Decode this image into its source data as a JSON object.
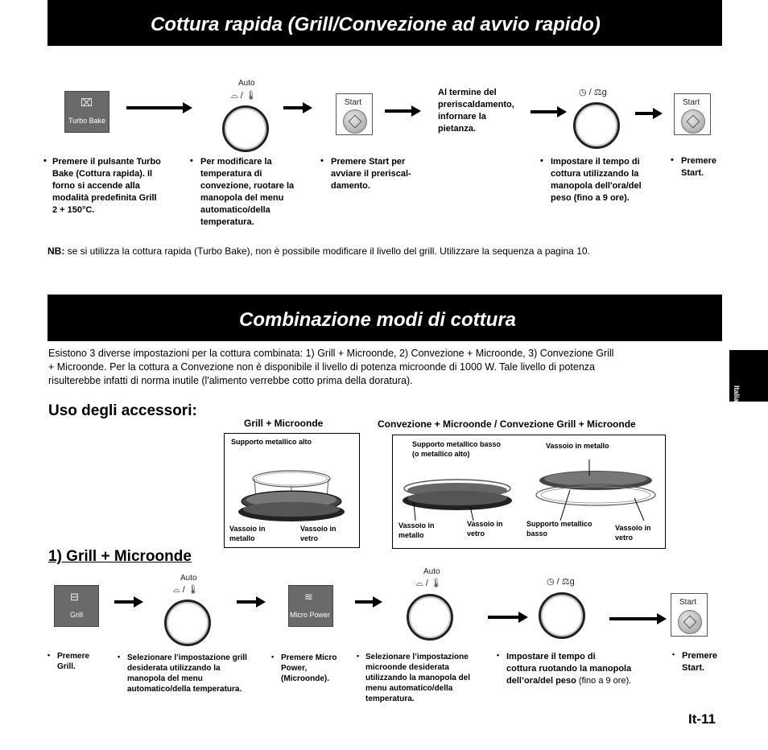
{
  "banner_top": {
    "title": "Cottura rapida (Grill/Convezione ad avvio rapido)"
  },
  "top_section": {
    "turbo_bake_label": "Turbo Bake",
    "auto_label": "Auto",
    "start_label_1": "Start",
    "start_label_2": "Start",
    "preheat_note": "Al termine del\npreriscaldamento,\ninfornare la\npietanza.",
    "steps": [
      "Premere il pulsante Turbo\nBake (Cottura rapida). Il\nforno si accende alla\nmodalità predefinita Grill\n2 + 150°C.",
      "Per modificare la\ntemperatura di\nconvezione, ruotare la\nmanopola del menu\nautomatico/della\ntemperatura.",
      "Premere Start per\navviare il preriscal-\ndamento.",
      "Impostare il tempo di\ncottura utilizzando la\nmanopola dell'ora/del\npeso (fino a 9 ore).",
      "Premere\nStart."
    ],
    "nb_label": "NB:",
    "nb_text": " se si utilizza la cottura rapida (Turbo Bake), non è possibile modificare il livello del grill. Utilizzare la sequenza a pagina 10."
  },
  "banner_mid": {
    "title": "Combinazione modi di cottura"
  },
  "intro_text": "Esistono 3 diverse impostazioni per la cottura combinata: 1) Grill + Microonde, 2) Convezione + Microonde, 3) Convezione Grill\n+ Microonde. Per la cottura a Convezione non è disponibile il livello di potenza microonde di 1000 W. Tale livello di potenza\nrisulterebbe infatti di norma inutile (l'alimento verrebbe cotto prima della doratura).",
  "side_tab": "Italiano",
  "accessories": {
    "heading": "Uso degli accessori:",
    "left_title": "Grill + Microonde",
    "right_title": "Convezione + Microonde / Convezione Grill + Microonde",
    "left_labels": {
      "top": "Supporto metallico alto",
      "bl": "Vassoio in\nmetallo",
      "br": "Vassoio in\nvetro"
    },
    "right_labels": {
      "top_left": "Supporto metallico basso\n(o metallico alto)",
      "top_right": "Vassoio in metallo",
      "b1": "Vassoio in\nmetallo",
      "b2": "Vassoio in\nvetro",
      "b3": "Supporto metallico\nbasso",
      "b4": "Vassoio in\nvetro"
    }
  },
  "grill_section": {
    "heading": "1) Grill + Microonde",
    "grill_label": "Grill",
    "micro_label": "Micro Power",
    "auto_label_1": "Auto",
    "auto_label_2": "Auto",
    "start_label": "Start",
    "steps": [
      "Premere\nGrill.",
      "Selezionare l’impostazione grill\ndesiderata utilizzando la\nmanopola del menu\nautomatico/della temperatura.",
      "Premere Micro\nPower,\n(Microonde).",
      "Selezionare l’impostazione\nmicroonde desiderata\nutilizzando la manopola del\nmenu automatico/della\ntemperatura.",
      "Premere\nStart."
    ],
    "step5_bold": "Impostare il tempo di\ncottura ruotando la manopola\ndell’ora/del peso",
    "step5_normal": " (fino a 9 ore)."
  },
  "page_number": "It-11"
}
